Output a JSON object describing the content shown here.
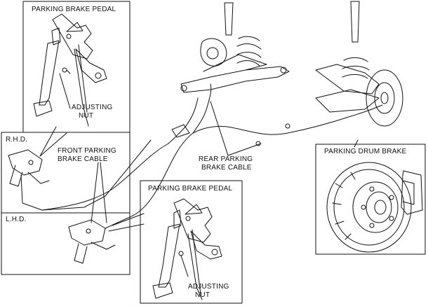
{
  "labels": {
    "pedal_box_top_title": "PARKING BRAKE PEDAL",
    "adjusting_nut_top_l1": "ADJUSTING",
    "adjusting_nut_top_l2": "NUT",
    "rhd": "R.H.D.",
    "lhd": "L.H.D.",
    "front_cable_l1": "FRONT PARKING",
    "front_cable_l2": "BRAKE CABLE",
    "rear_cable_l1": "REAR PARKING",
    "rear_cable_l2": "BRAKE CABLE",
    "drum_box_title": "PARKING DRUM BRAKE",
    "pedal_box_bottom_title": "PARKING BRAKE PEDAL",
    "adjusting_nut_bottom_l1": "ADJUSTING",
    "adjusting_nut_bottom_l2": "NUT"
  },
  "colors": {
    "line": "#111111",
    "background": "#ffffff"
  }
}
